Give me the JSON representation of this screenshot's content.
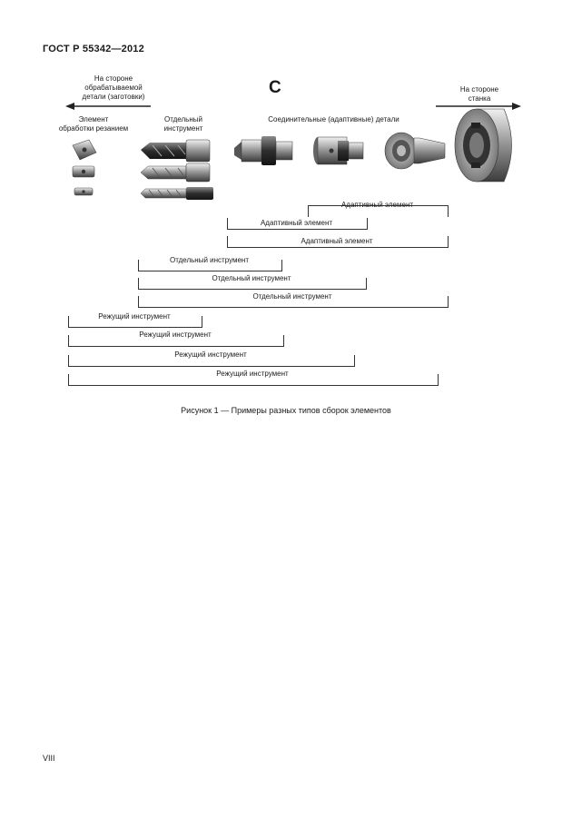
{
  "header": {
    "doc_id": "ГОСТ Р 55342—2012"
  },
  "figure": {
    "letter": "C",
    "workpiece_side": {
      "line1": "На стороне",
      "line2": "обрабатываемой",
      "line3": "детали (заготовки)"
    },
    "machine_side": {
      "line1": "На стороне",
      "line2": "станка"
    },
    "col_cutting_element": {
      "line1": "Элемент",
      "line2": "обработки резанием"
    },
    "col_single_tool": {
      "line1": "Отдельный",
      "line2": "инструмент"
    },
    "col_connecting": "Соединительные (адаптивные) детали",
    "brackets": [
      {
        "label": "Адаптивный элемент"
      },
      {
        "label": "Адаптивный элемент"
      },
      {
        "label": "Адаптивный элемент"
      },
      {
        "label": "Отдельный инструмент"
      },
      {
        "label": "Отдельный инструмент"
      },
      {
        "label": "Отдельный инструмент"
      },
      {
        "label": "Режущий инструмент"
      },
      {
        "label": "Режущий инструмент"
      },
      {
        "label": "Режущий инструмент"
      },
      {
        "label": "Режущий инструмент"
      }
    ],
    "caption": "Рисунок 1 — Примеры разных типов сборок элементов"
  },
  "footer": {
    "page_number": "VIII"
  }
}
